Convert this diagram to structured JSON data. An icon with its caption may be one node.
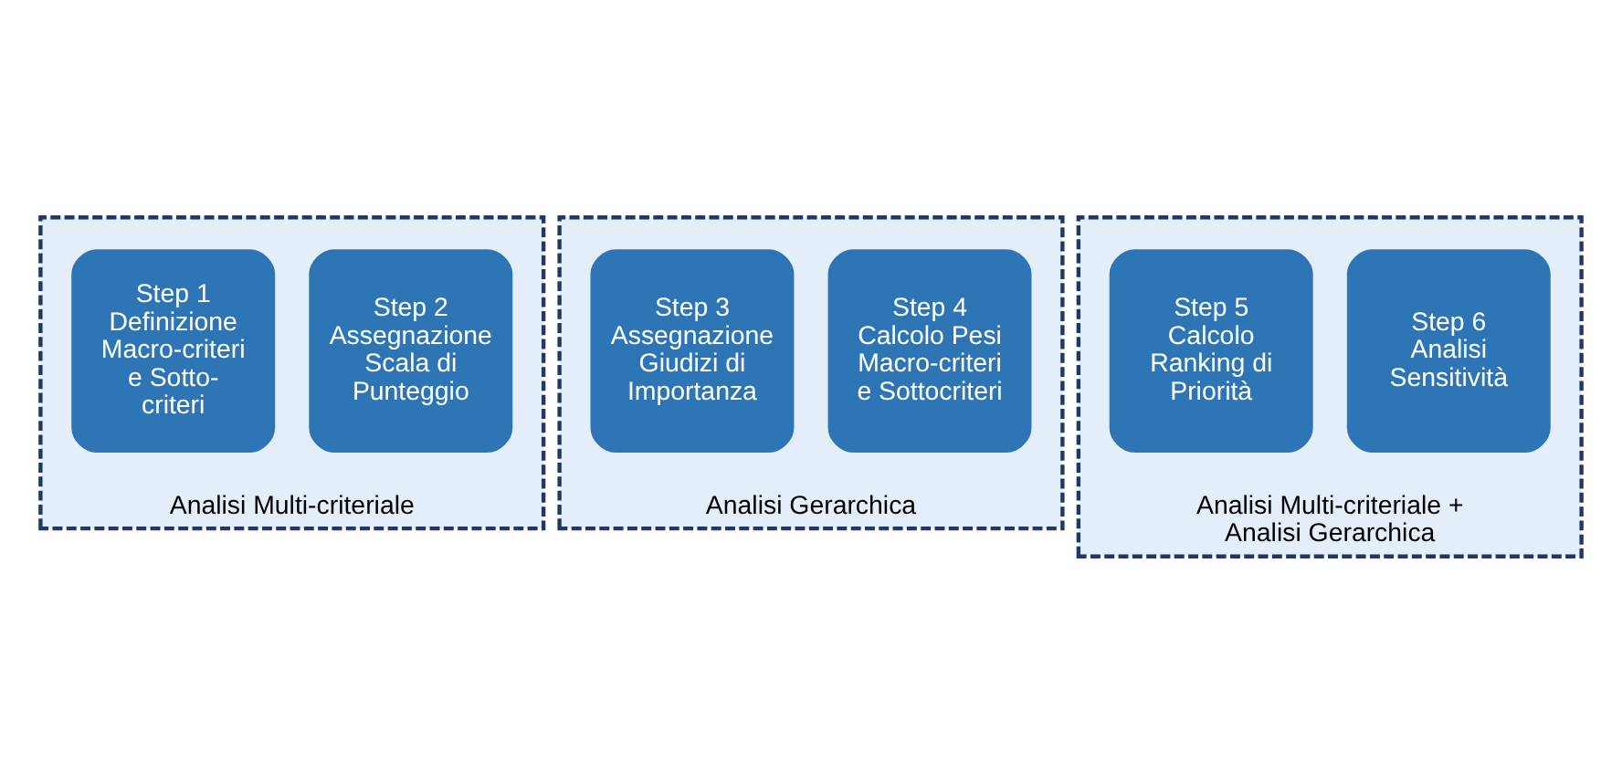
{
  "diagram": {
    "nodes": [
      {
        "text": [
          "Analisi Multi-criteriale"
        ]
      },
      {
        "text": [
          "Step 1",
          "Definizione Macro-criteri e Sotto-criteri"
        ],
        "in": 0
      },
      {
        "text": [
          "Step 2",
          "Assegnazione Scala di Punteggio"
        ],
        "in": 0
      },
      {
        "text": [
          "Analisi Gerarchica"
        ]
      },
      {
        "text": [
          "Step 3",
          "Assegnazione Giudizi di Importanza"
        ],
        "in": 3
      },
      {
        "text": [
          "Step 4",
          "Calcolo Pesi Macro-criteri e Sottocriteri"
        ],
        "in": 3
      },
      {
        "text": [
          "Analisi Multi-criteriale + Analisi Gerarchica"
        ]
      },
      {
        "text": [
          "Step 5",
          "Calcolo Ranking di Priorità"
        ],
        "in": 6
      },
      {
        "text": [
          "Step 6",
          "Analisi Sensitività"
        ],
        "in": 6
      }
    ],
    "edges": []
  }
}
